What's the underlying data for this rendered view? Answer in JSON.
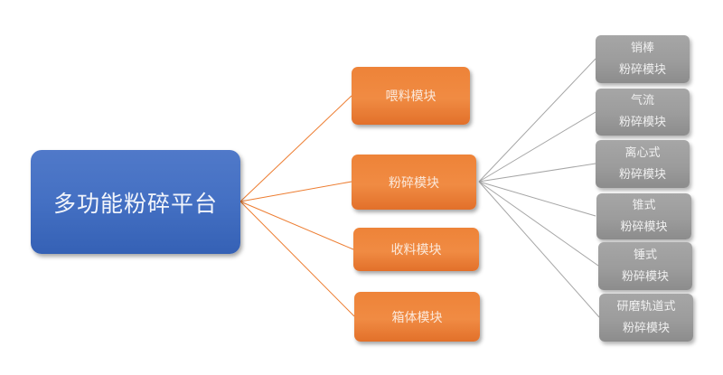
{
  "diagram": {
    "root": {
      "label": "多功能粉碎平台",
      "color": "#4472c4"
    },
    "modules": [
      {
        "label": "喂料模块",
        "color": "#ed7d31"
      },
      {
        "label": "粉碎模块",
        "color": "#ed7d31"
      },
      {
        "label": "收料模块",
        "color": "#ed7d31"
      },
      {
        "label": "箱体模块",
        "color": "#ed7d31"
      }
    ],
    "crushing_types": [
      {
        "line1": "销棒",
        "line2": "粉碎模块"
      },
      {
        "line1": "气流",
        "line2": "粉碎模块"
      },
      {
        "line1": "离心式",
        "line2": "粉碎模块"
      },
      {
        "line1": "锥式",
        "line2": "粉碎模块"
      },
      {
        "line1": "锤式",
        "line2": "粉碎模块"
      },
      {
        "line1": "研磨轨道式",
        "line2": "粉碎模块"
      }
    ],
    "connector_colors": {
      "root_to_module": "#ed7d31",
      "module_to_type": "#a6a6a6"
    }
  }
}
